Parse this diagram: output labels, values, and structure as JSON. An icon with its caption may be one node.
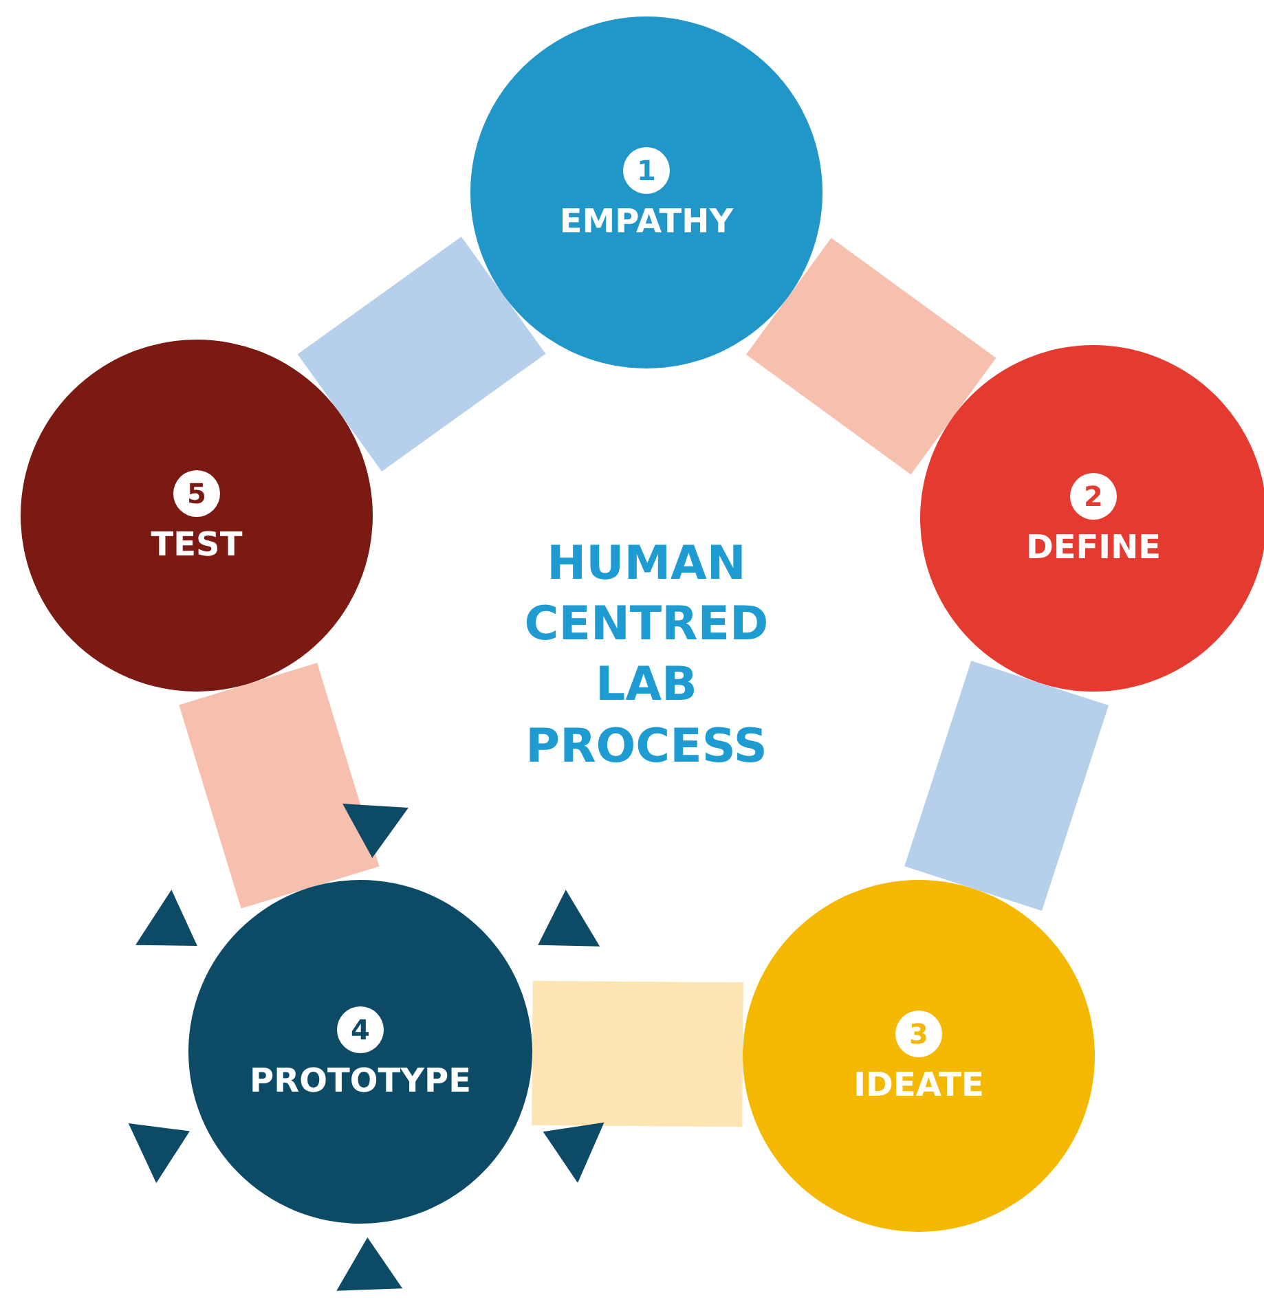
{
  "diagram": {
    "title": "HUMAN CENTRED LAB PROCESS",
    "nodes": [
      {
        "text": [
          "1",
          "EMPATHY"
        ]
      },
      {
        "text": [
          "2",
          "DEFINE"
        ]
      },
      {
        "text": [
          "3",
          "IDEATE"
        ]
      },
      {
        "text": [
          "4",
          "PROTOTYPE"
        ]
      },
      {
        "text": [
          "5",
          "TEST"
        ]
      }
    ],
    "edges": [
      {
        "from": 0,
        "to": 1,
        "arrow": "none",
        "color": "#f4b4a0"
      },
      {
        "from": 1,
        "to": 2,
        "arrow": "none",
        "color": "#a9c7e6"
      },
      {
        "from": 2,
        "to": 3,
        "arrow": "none",
        "color": "#fbe0a4"
      },
      {
        "from": 3,
        "to": 4,
        "arrow": "none",
        "color": "#f4b4a0"
      },
      {
        "from": 4,
        "to": 0,
        "arrow": "none",
        "color": "#a9c7e6"
      }
    ]
  }
}
